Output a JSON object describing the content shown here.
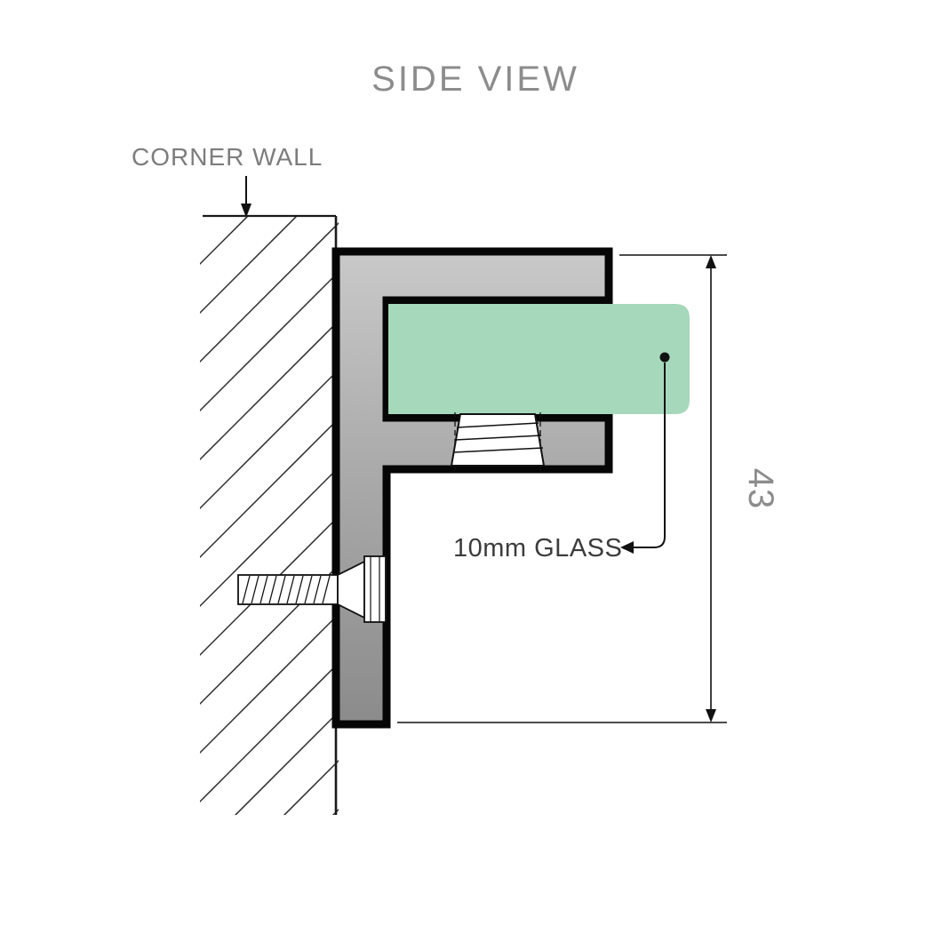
{
  "title": "SIDE VIEW",
  "diagram": {
    "wall_label": "CORNER WALL",
    "glass_label": "10mm GLASS",
    "dimension_label": "43"
  },
  "colors": {
    "glass": "#a6d8bb",
    "metal_light": "#c6c6c6",
    "metal_mid": "#a9a9a9",
    "metal_dark": "#8e8e8e",
    "label_gray": "#8c8c8c",
    "dark_text": "#3c3c3c",
    "outline": "#111111"
  }
}
